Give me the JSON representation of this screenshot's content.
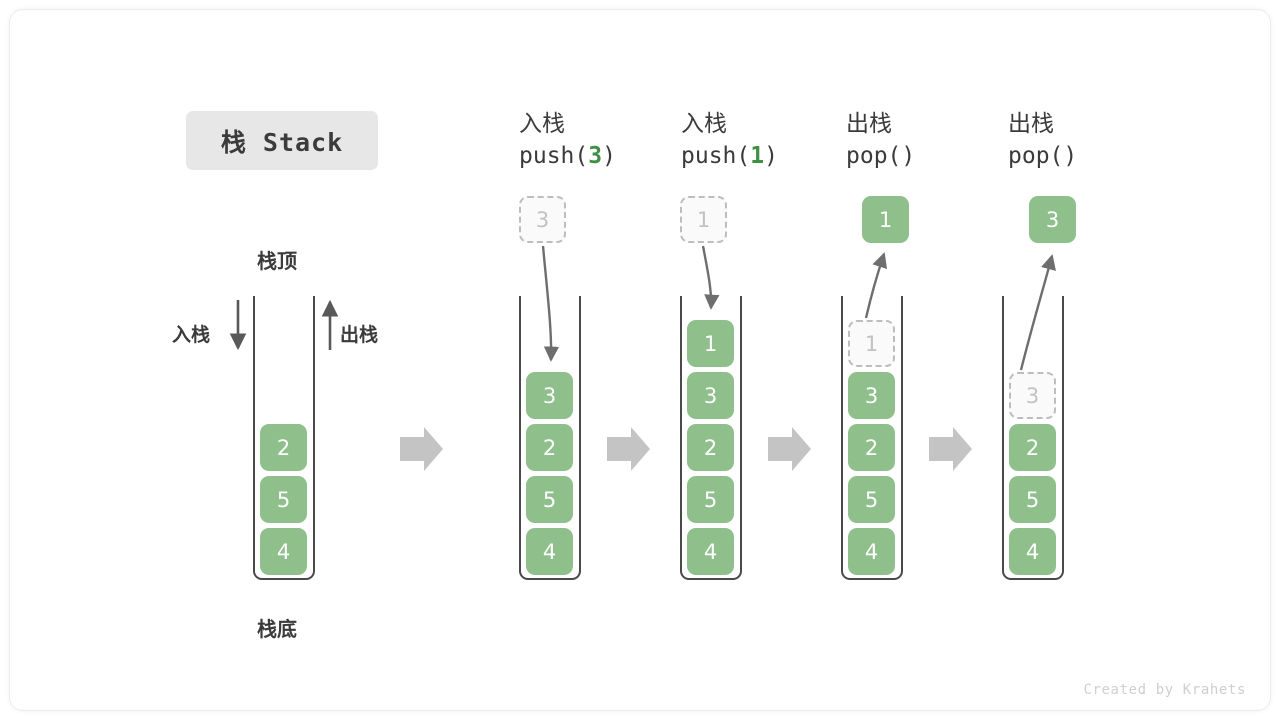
{
  "title": {
    "badge_label": "栈 Stack"
  },
  "labels": {
    "top": "栈顶",
    "bottom": "栈底",
    "push_side": "入栈",
    "pop_side": "出栈"
  },
  "colors": {
    "element_fill": "#8fc08c",
    "element_text": "#ffffff",
    "ghost_fill": "#fafafa",
    "ghost_border": "#bdbdbd",
    "ghost_text": "#c2c2c2",
    "tube_stroke": "#4a4a4a",
    "arrow_gray": "#c4c4c4",
    "curve_arrow": "#6e6e6e",
    "badge_bg": "#e7e7e7",
    "accent_green": "#3f8f45",
    "text_dark": "#3b3b3b",
    "footer_text": "#cfcfcf"
  },
  "steps": [
    {
      "caption_cn": "",
      "caption_code": "",
      "caption_arg": "",
      "floating_box": null,
      "floating_state": "none",
      "stack": [
        "2",
        "5",
        "4"
      ],
      "ghost_top": null
    },
    {
      "caption_cn": "入栈",
      "caption_code_pre": "push(",
      "caption_arg": "3",
      "caption_code_post": ")",
      "floating_box": "3",
      "floating_state": "ghost",
      "stack": [
        "3",
        "2",
        "5",
        "4"
      ],
      "ghost_top": null
    },
    {
      "caption_cn": "入栈",
      "caption_code_pre": "push(",
      "caption_arg": "1",
      "caption_code_post": ")",
      "floating_box": "1",
      "floating_state": "ghost",
      "stack": [
        "1",
        "3",
        "2",
        "5",
        "4"
      ],
      "ghost_top": null
    },
    {
      "caption_cn": "出栈",
      "caption_code_pre": "pop(",
      "caption_arg": "",
      "caption_code_post": ")",
      "floating_box": "1",
      "floating_state": "solid",
      "stack": [
        "3",
        "2",
        "5",
        "4"
      ],
      "ghost_top": "1"
    },
    {
      "caption_cn": "出栈",
      "caption_code_pre": "pop(",
      "caption_arg": "",
      "caption_code_post": ")",
      "floating_box": "3",
      "floating_state": "solid",
      "stack": [
        "2",
        "5",
        "4"
      ],
      "ghost_top": "3"
    }
  ],
  "footer": {
    "credit": "Created by Krahets"
  }
}
